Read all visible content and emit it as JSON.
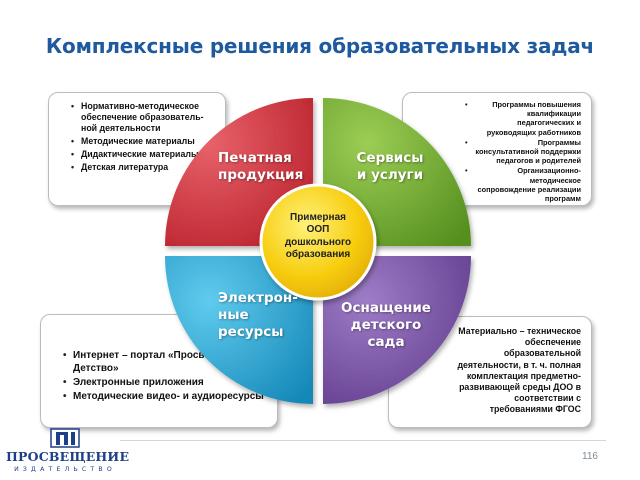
{
  "title": "Комплексные решения образовательных задач",
  "center": {
    "text": "Примерная\nООП\nдошкольного\nобразования",
    "color": "#f5c400"
  },
  "quadrants": [
    {
      "id": "print",
      "label": "Печатная\nпродукция",
      "color": "#c8323a"
    },
    {
      "id": "services",
      "label": "Сервисы\nи услуги",
      "color": "#6fa62e"
    },
    {
      "id": "electronic",
      "label": "Электрон-\nные\nресурсы",
      "color": "#2aa3cf"
    },
    {
      "id": "equipment",
      "label": "Оснащение\nдетского\nсада",
      "color": "#7a52a6"
    }
  ],
  "callouts": {
    "top_left": [
      "Нормативно-методическое обеспечение образователь-ной деятельности",
      "Методические материалы",
      "Дидактические материалы",
      "Детская литература"
    ],
    "top_right": [
      "Программы повышения квалификации педагогических и руководящих работников",
      "Программы консультативной поддержки педагогов и родителей",
      "Организационно-методическое сопровождение реализации программ"
    ],
    "bottom_left": [
      "Интернет – портал «Просвещение Детство»",
      "Электронные приложения",
      "Методические видео- и аудиоресурсы"
    ],
    "bottom_right": "Материально – техническое обеспечение образовательной деятельности, в т. ч. полная комплектация предметно-развивающей среды ДОО в соответствии с требованиями ФГОС"
  },
  "footer": {
    "page_number": "116",
    "logo_mark": "П",
    "logo_name": "ПРОСВЕЩЕНИЕ",
    "logo_sub": "ИЗДАТЕЛЬСТВО",
    "brand_color": "#1d3e88"
  }
}
